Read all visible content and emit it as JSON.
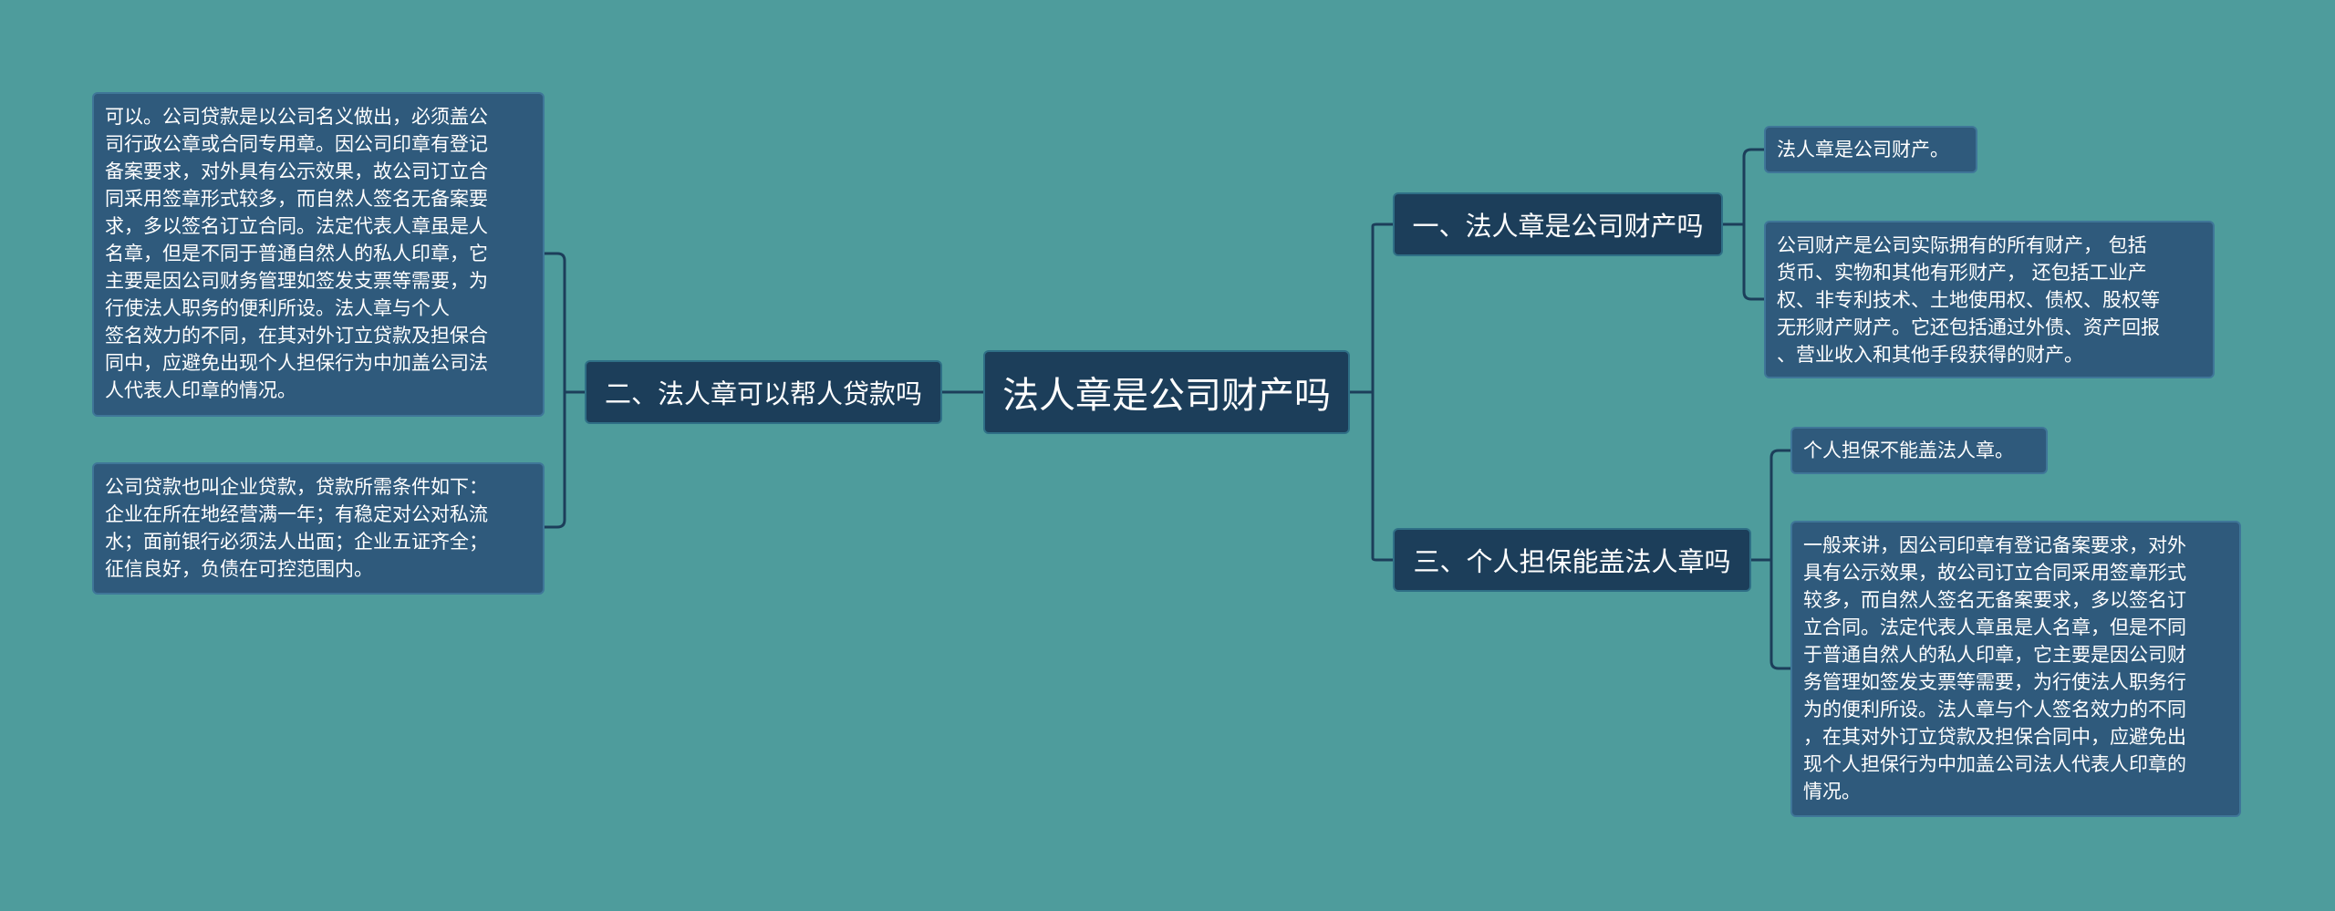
{
  "colors": {
    "background": "#4e9c9c",
    "node_dark": "#1c3e5a",
    "node_leaf": "#2f5a7c",
    "line": "#1c3e5a"
  },
  "root": {
    "label": "法人章是公司财产吗"
  },
  "branches": [
    {
      "label": "一、法人章是公司财产吗",
      "leaves": [
        "法人章是公司财产。",
        "公司财产是公司实际拥有的所有财产， 包括\n货币、实物和其他有形财产， 还包括工业产\n权、非专利技术、土地使用权、债权、股权等\n无形财产财产。它还包括通过外债、资产回报\n、营业收入和其他手段获得的财产。"
      ]
    },
    {
      "label": "二、法人章可以帮人贷款吗",
      "leaves": [
        "可以。公司贷款是以公司名义做出，必须盖公\n司行政公章或合同专用章。因公司印章有登记\n备案要求，对外具有公示效果，故公司订立合\n同采用签章形式较多，而自然人签名无备案要\n求，多以签名订立合同。法定代表人章虽是人\n名章，但是不同于普通自然人的私人印章，它\n主要是因公司财务管理如签发支票等需要，为\n行使法人职务的便利所设。法人章与个人\n签名效力的不同，在其对外订立贷款及担保合\n同中，应避免出现个人担保行为中加盖公司法\n人代表人印章的情况。",
        "公司贷款也叫企业贷款，贷款所需条件如下：\n企业在所在地经营满一年；有稳定对公对私流\n水；面前银行必须法人出面；企业五证齐全；\n征信良好，负债在可控范围内。"
      ]
    },
    {
      "label": "三、个人担保能盖法人章吗",
      "leaves": [
        "个人担保不能盖法人章。",
        "一般来讲，因公司印章有登记备案要求，对外\n具有公示效果，故公司订立合同采用签章形式\n较多，而自然人签名无备案要求，多以签名订\n立合同。法定代表人章虽是人名章，但是不同\n于普通自然人的私人印章，它主要是因公司财\n务管理如签发支票等需要，为行使法人职务行\n为的便利所设。法人章与个人签名效力的不同\n，在其对外订立贷款及担保合同中，应避免出\n现个人担保行为中加盖公司法人代表人印章的\n情况。"
      ]
    }
  ]
}
